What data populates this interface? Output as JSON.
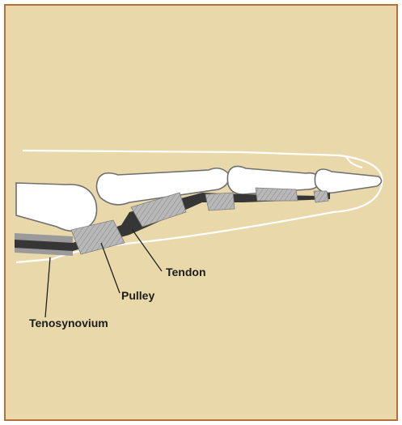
{
  "diagram": {
    "labels": {
      "tendon": "Tendon",
      "pulley": "Pulley",
      "tenosynovium": "Tenosynovium"
    },
    "colors": {
      "background": "#e9d9aa",
      "border": "#b5703a",
      "bone_fill": "#ffffff",
      "bone_outline": "#6f6f6f",
      "tendon": "#333333",
      "pulley_fill": "#b5b5b5",
      "pulley_hatch": "#8c8c8c",
      "finger_outline": "#ffffff"
    }
  }
}
